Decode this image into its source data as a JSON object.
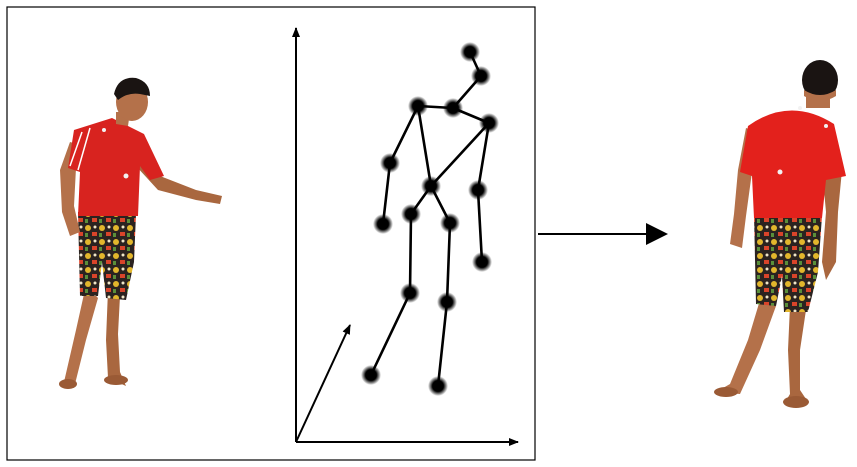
{
  "figure": {
    "left_panel": {
      "input_person": {
        "shirt_color": "#d8231f",
        "shorts_color": "#2b2320",
        "skin_color": "#b4714a",
        "hair_color": "#1a1412"
      },
      "skeleton": {
        "joint_color": "#000000",
        "joints": {
          "head": [
            470,
            52
          ],
          "neck": [
            481,
            76
          ],
          "shoulder_c": [
            453,
            108
          ],
          "shoulder_l": [
            418,
            106
          ],
          "shoulder_r": [
            489,
            123
          ],
          "elbow_l": [
            390,
            163
          ],
          "wrist_l": [
            383,
            224
          ],
          "elbow_r": [
            478,
            190
          ],
          "wrist_r": [
            482,
            262
          ],
          "pelvis": [
            431,
            186
          ],
          "hip_l": [
            411,
            214
          ],
          "hip_r": [
            450,
            223
          ],
          "knee_l": [
            410,
            293
          ],
          "knee_r": [
            447,
            302
          ],
          "ankle_l": [
            371,
            375
          ],
          "ankle_r": [
            438,
            386
          ]
        },
        "bones": [
          [
            "head",
            "neck"
          ],
          [
            "neck",
            "shoulder_c"
          ],
          [
            "shoulder_c",
            "shoulder_l"
          ],
          [
            "shoulder_c",
            "shoulder_r"
          ],
          [
            "shoulder_l",
            "elbow_l"
          ],
          [
            "elbow_l",
            "wrist_l"
          ],
          [
            "shoulder_r",
            "elbow_r"
          ],
          [
            "elbow_r",
            "wrist_r"
          ],
          [
            "shoulder_l",
            "pelvis"
          ],
          [
            "shoulder_r",
            "pelvis"
          ],
          [
            "pelvis",
            "hip_l"
          ],
          [
            "pelvis",
            "hip_r"
          ],
          [
            "hip_l",
            "knee_l"
          ],
          [
            "knee_l",
            "ankle_l"
          ],
          [
            "hip_r",
            "knee_r"
          ],
          [
            "knee_r",
            "ankle_r"
          ]
        ]
      },
      "axes": {
        "color": "#000000"
      }
    },
    "connector": {
      "color": "#000000"
    },
    "output_person": {
      "shirt_color": "#e3211c",
      "shorts_color": "#2b2320",
      "skin_color": "#b4714a",
      "hair_color": "#1a1412"
    }
  }
}
